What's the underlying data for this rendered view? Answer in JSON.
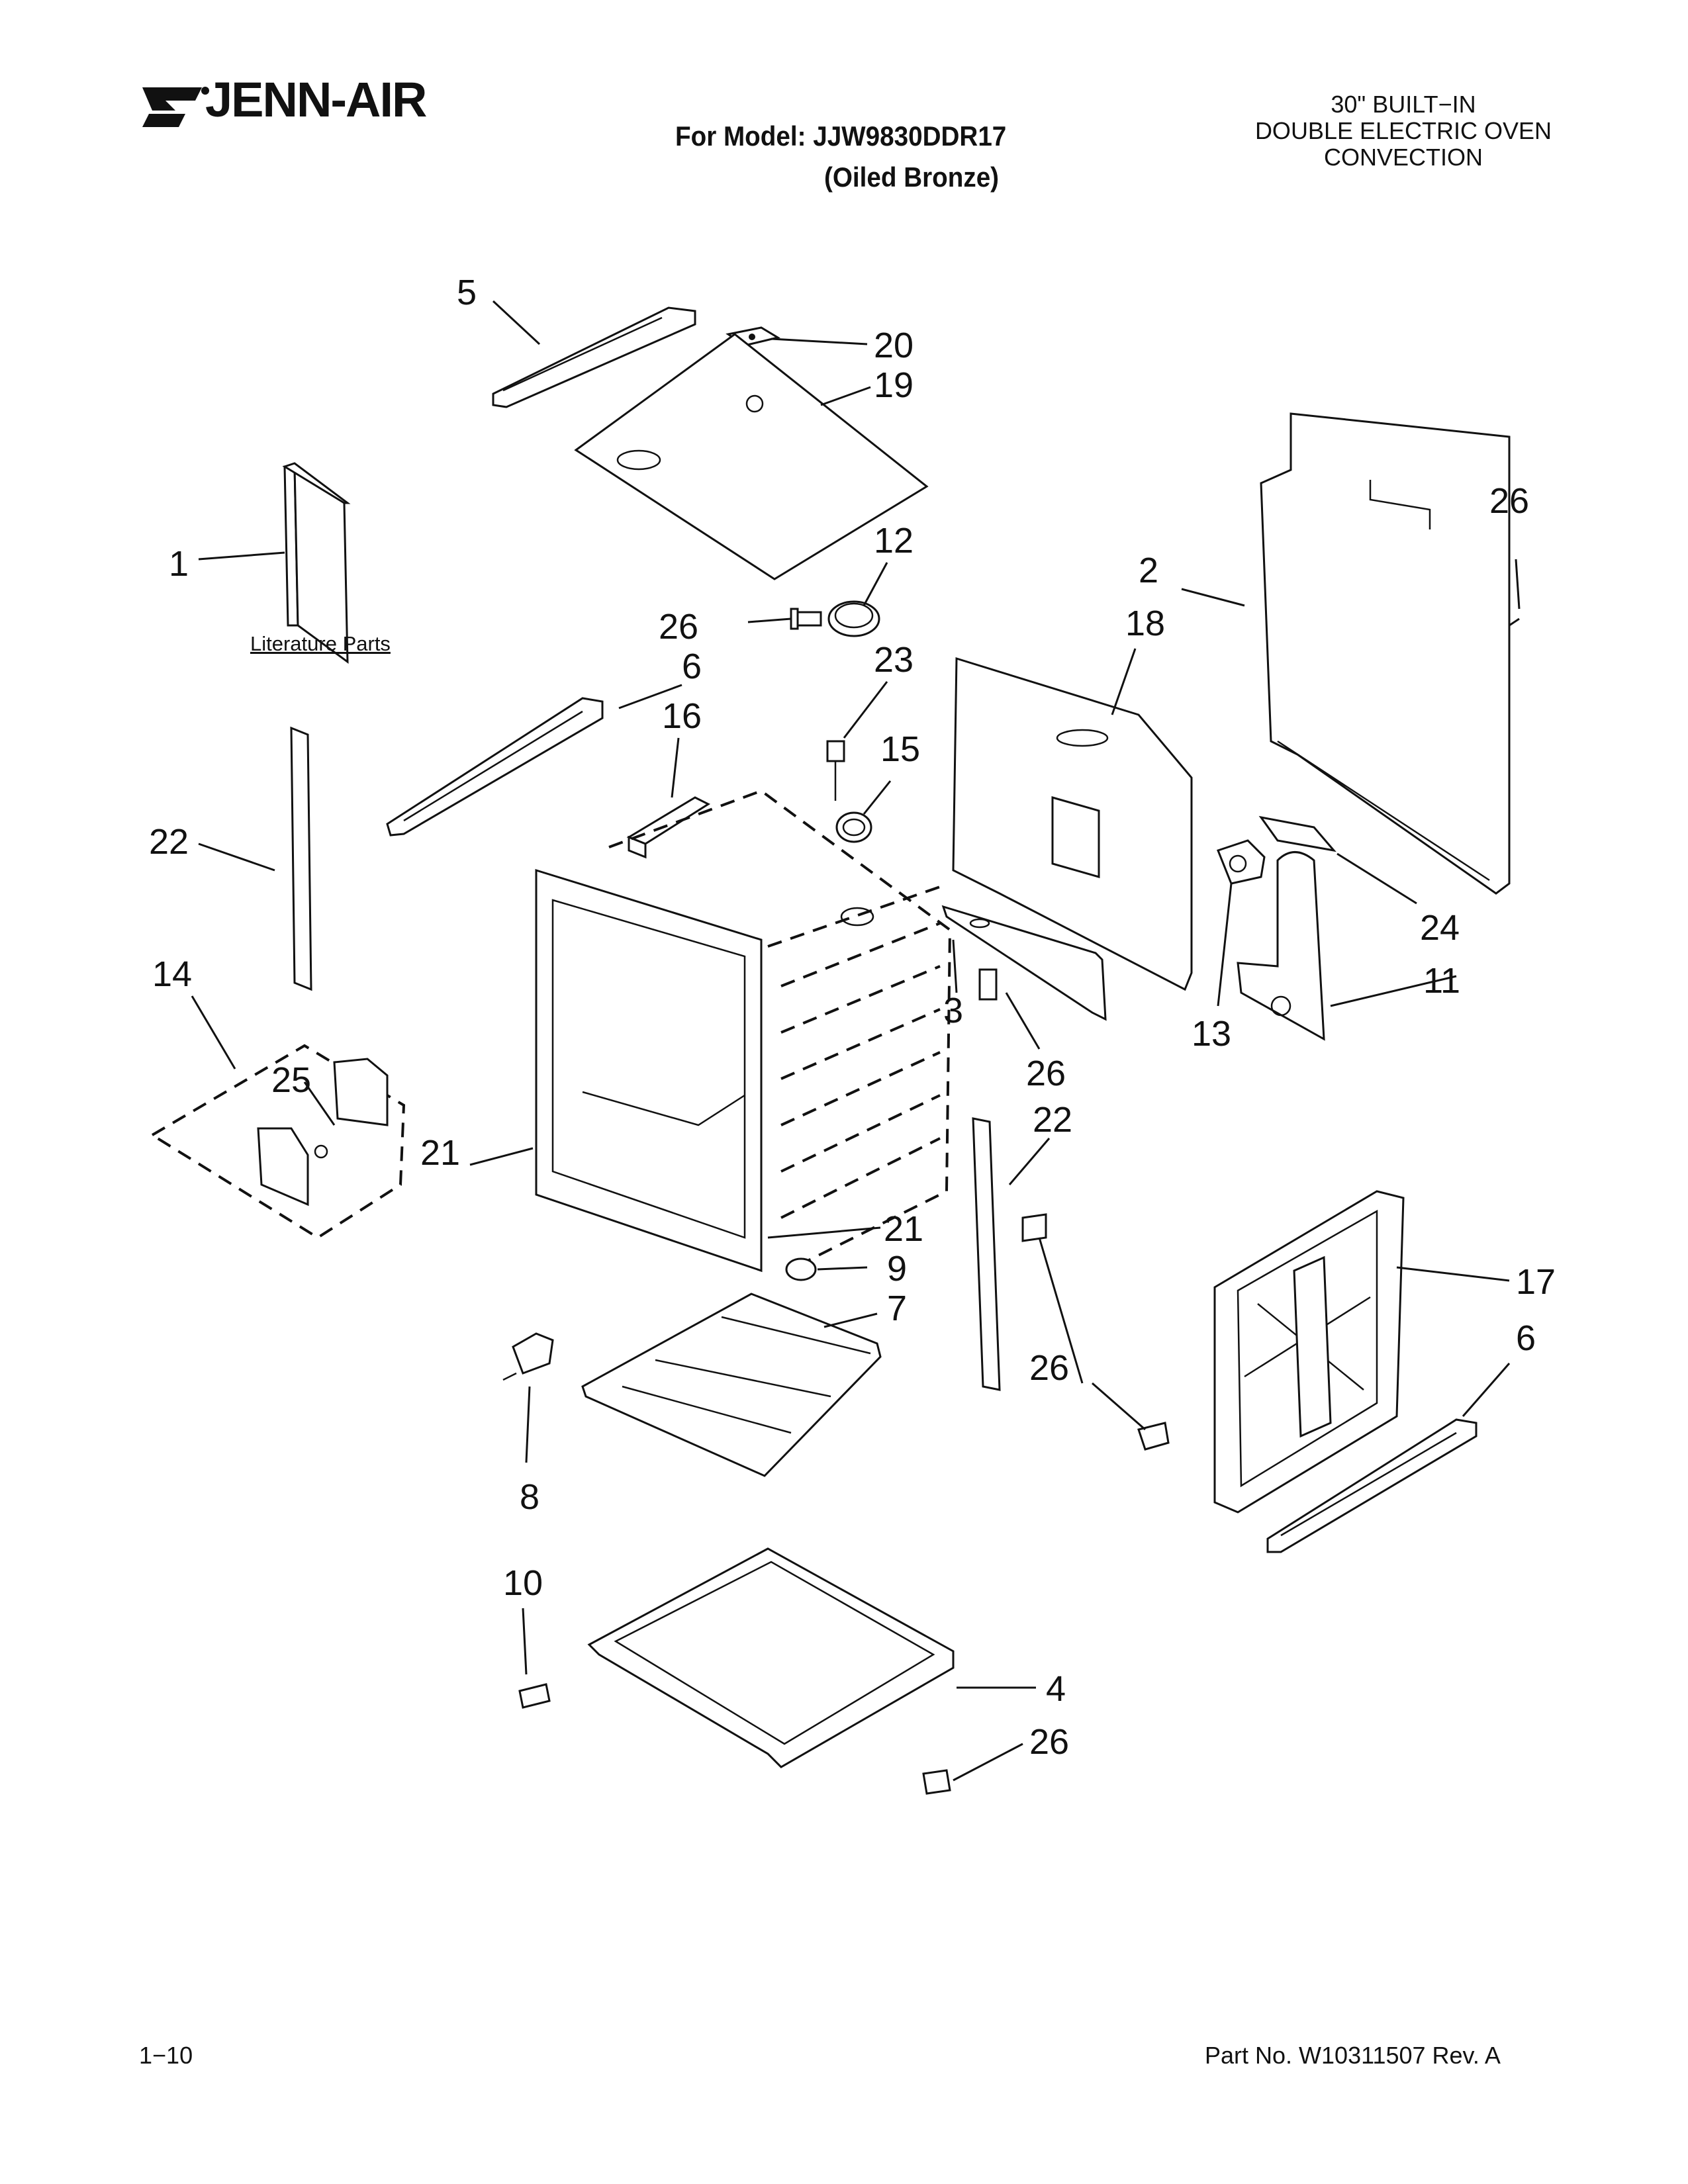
{
  "header": {
    "brand": "JENN-AIR",
    "model_line": "For Model: JJW9830DDR17",
    "finish_line": "(Oiled Bronze)",
    "title_lines": [
      "30\" BUILT−IN",
      "DOUBLE ELECTRIC OVEN",
      "CONVECTION"
    ]
  },
  "literature_label": "Literature Parts",
  "callouts": {
    "c5": "5",
    "c20": "20",
    "c19": "19",
    "c1": "1",
    "c12": "12",
    "c26a": "26",
    "c6a": "6",
    "c23": "23",
    "c16": "16",
    "c15": "15",
    "c2": "2",
    "c18": "18",
    "c26b": "26",
    "c22a": "22",
    "c14": "14",
    "c25": "25",
    "c21a": "21",
    "c3": "3",
    "c26c": "26",
    "c13": "13",
    "c11": "11",
    "c24": "24",
    "c22b": "22",
    "c21b": "21",
    "c9": "9",
    "c7": "7",
    "c8": "8",
    "c26d": "26",
    "c17": "17",
    "c6b": "6",
    "c10": "10",
    "c4": "4",
    "c26e": "26"
  },
  "footer": {
    "page": "1−10",
    "part_no": "Part No. W10311507 Rev. A"
  }
}
